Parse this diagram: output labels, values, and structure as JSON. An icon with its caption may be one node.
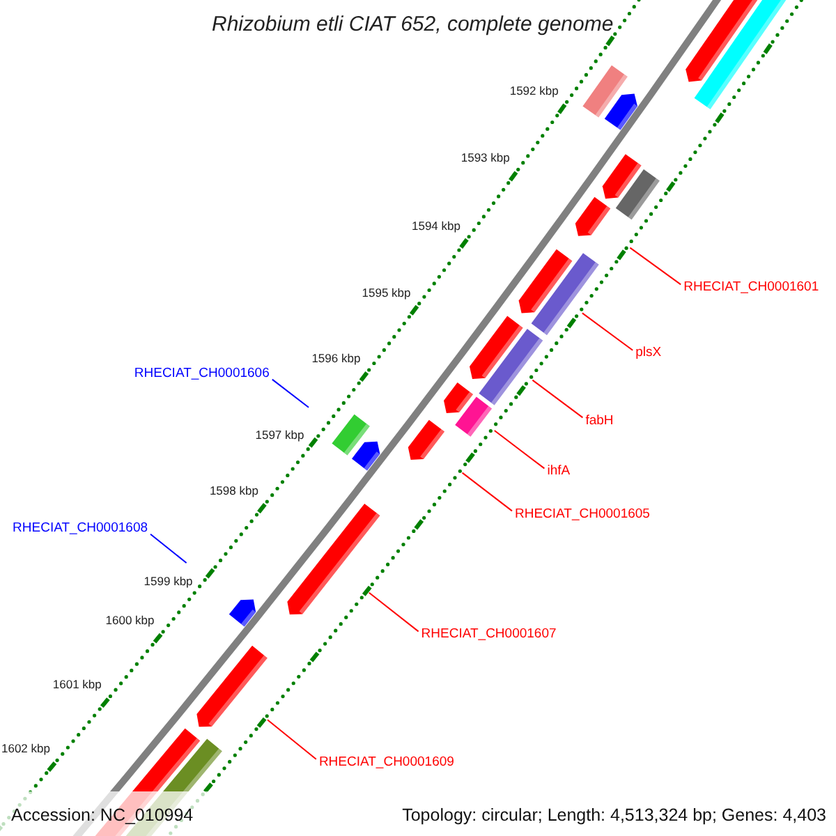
{
  "diagram": {
    "title": "Rhizobium etli CIAT 652, complete genome",
    "nodes": [
      {
        "text": [
          "RHECIAT_CH0001601"
        ]
      },
      {
        "text": [
          "plsX"
        ]
      },
      {
        "text": [
          "RHECIAT_CH0001606"
        ]
      },
      {
        "text": [
          "fabH"
        ]
      },
      {
        "text": [
          "ihfA"
        ]
      },
      {
        "text": [
          "RHECIAT_CH0001605"
        ]
      },
      {
        "text": [
          "RHECIAT_CH0001608"
        ]
      },
      {
        "text": [
          "RHECIAT_CH0001607"
        ]
      },
      {
        "text": [
          "RHECIAT_CH0001609"
        ]
      }
    ],
    "edges": [
      {
        "from": 0,
        "to": null,
        "arrow": "none"
      },
      {
        "from": 1,
        "to": null,
        "arrow": "none"
      },
      {
        "from": 2,
        "to": null,
        "arrow": "none",
        "color": "#0000ff"
      },
      {
        "from": 3,
        "to": null,
        "arrow": "none"
      },
      {
        "from": 4,
        "to": null,
        "arrow": "none"
      },
      {
        "from": 5,
        "to": null,
        "arrow": "none"
      },
      {
        "from": 6,
        "to": null,
        "arrow": "none",
        "color": "#0000ff"
      },
      {
        "from": 7,
        "to": null,
        "arrow": "none"
      },
      {
        "from": 8,
        "to": null,
        "arrow": "none"
      }
    ],
    "labels": [
      "1592 kbp",
      "1593 kbp",
      "1594 kbp",
      "1595 kbp",
      "1596 kbp",
      "1597 kbp",
      "1598 kbp",
      "1599 kbp",
      "1600 kbp",
      "1601 kbp",
      "1602 kbp",
      "Accession: NC_010994",
      "Topology: circular; Length: 4,513,324 bp; Genes: 4,403"
    ]
  }
}
